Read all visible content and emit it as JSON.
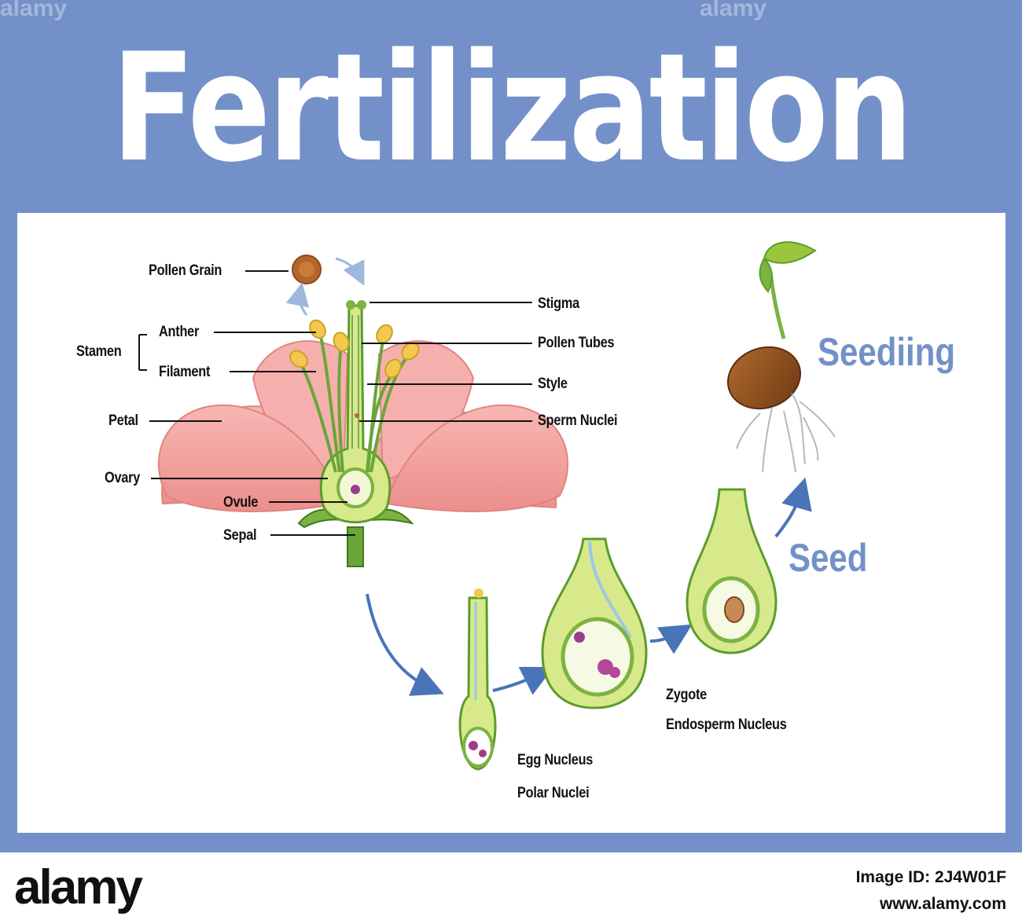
{
  "title": "Fertilization",
  "labels": {
    "pollen_grain": "Pollen Grain",
    "stamen": "Stamen",
    "anther": "Anther",
    "filament": "Filament",
    "petal": "Petal",
    "ovary": "Ovary",
    "ovule": "Ovule",
    "sepal": "Sepal",
    "stigma": "Stigma",
    "pollen_tubes": "Pollen Tubes",
    "style": "Style",
    "sperm_nuclei": "Sperm Nuclei",
    "egg_nucleus": "Egg Nucleus",
    "polar_nuclei": "Polar Nuclei",
    "zygote": "Zygote",
    "endosperm_nucleus": "Endosperm Nucleus"
  },
  "stages": {
    "seed": "Seed",
    "seedling": "Seediing"
  },
  "watermark": {
    "text": "alamy"
  },
  "footer": {
    "brand": "alamy",
    "image_id": "Image ID: 2J4W01F",
    "site": "www.alamy.com"
  },
  "colors": {
    "frame": "#7391c8",
    "panel": "#ffffff",
    "stage_text": "#7391c8",
    "arrow": "#4a74b8",
    "petal": "#f4a9a6",
    "green": "#7cb342",
    "pale_green": "#d7e98a"
  }
}
